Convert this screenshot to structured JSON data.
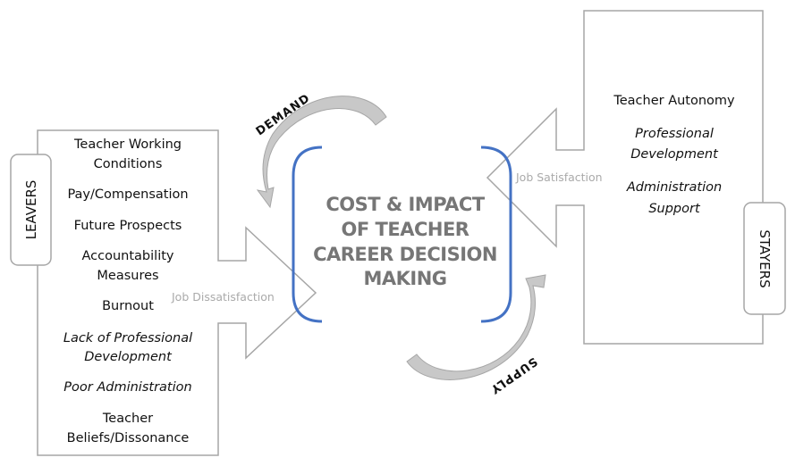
{
  "center": {
    "lines": [
      "COST & IMPACT",
      "OF TEACHER",
      "CAREER DECISION",
      "MAKING"
    ]
  },
  "leavers": {
    "label": "LEAVERS",
    "flow_label": "Job Dissatisfaction",
    "items": [
      {
        "lines": [
          "Teacher Working",
          "Conditions"
        ],
        "italic": false
      },
      {
        "lines": [
          "Pay/Compensation"
        ],
        "italic": false
      },
      {
        "lines": [
          "Future Prospects"
        ],
        "italic": false
      },
      {
        "lines": [
          "Accountability",
          "Measures"
        ],
        "italic": false
      },
      {
        "lines": [
          "Burnout"
        ],
        "italic": false
      },
      {
        "lines": [
          "Lack of Professional",
          "Development"
        ],
        "italic": true
      },
      {
        "lines": [
          "Poor Administration"
        ],
        "italic": true
      },
      {
        "lines": [
          "Teacher",
          "Beliefs/Dissonance"
        ],
        "italic": false
      }
    ]
  },
  "stayers": {
    "label": "STAYERS",
    "flow_label": "Job Satisfaction",
    "items": [
      {
        "lines": [
          "Teacher Autonomy"
        ],
        "italic": false
      },
      {
        "lines": [
          "Professional",
          "Development"
        ],
        "italic": true
      },
      {
        "lines": [
          "Administration",
          "Support"
        ],
        "italic": true
      }
    ]
  },
  "cycle": {
    "demand": "DEMAND",
    "supply": "SUPPLY"
  },
  "colors": {
    "bracket": "#4472c4",
    "outline": "#a6a6a6",
    "curve_fill": "#c8c8c8",
    "center_text": "#767676"
  }
}
